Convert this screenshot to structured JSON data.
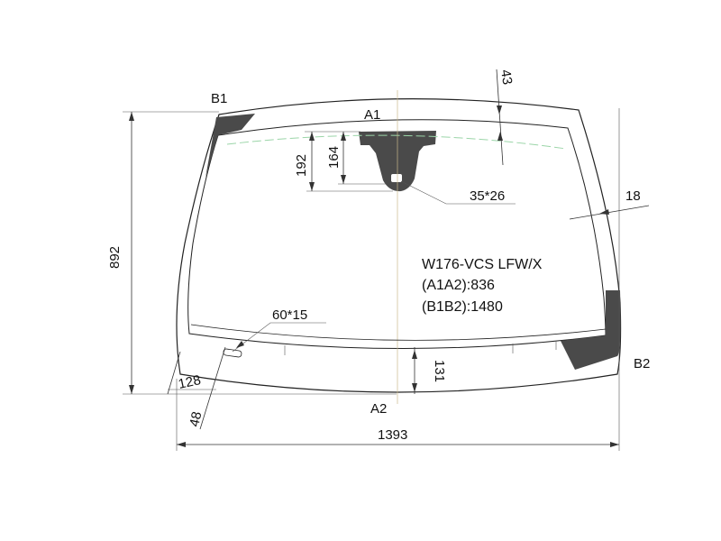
{
  "points": {
    "b1": "B1",
    "a1": "A1",
    "a2": "A2",
    "b2": "B2"
  },
  "dimensions": {
    "overall_height": "892",
    "overall_width": "1393",
    "top_band": "43",
    "side_band": "18",
    "bottom_band": "131",
    "mirror_outer": "192",
    "mirror_inner": "164",
    "sensor_window": "35*26",
    "vin_window": "60*15",
    "corner_offset": "128",
    "corner_offset_b": "48"
  },
  "info": {
    "model": "W176-VCS LFW/X",
    "a1a2": "(A1A2):836",
    "b1b2": "(B1B2):1480"
  },
  "colors": {
    "outline": "#222222",
    "dark_print": "#4a4a4a",
    "accent_line": "#9bd5a8",
    "center_line": "#c8b88a"
  }
}
